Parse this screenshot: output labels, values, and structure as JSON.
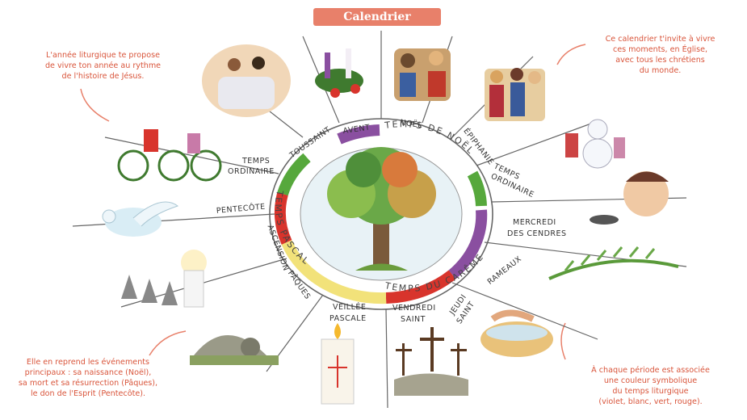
{
  "title": "Calendrier liturgique",
  "notes": {
    "top_left": "L'année liturgique te propose\nde vivre ton année au rythme\nde l'histoire de Jésus.",
    "top_right": "Ce calendrier t'invite à vivre\nces moments, en Église,\navec tous les chrétiens\ndu monde.",
    "bottom_left": "Elle en reprend les événements\nprincipaux : sa naissance (Noël),\nsa mort et sa résurrection (Pâques),\nle don de l'Esprit (Pentecôte).",
    "bottom_right": "À chaque période est associée\nune couleur symbolique\ndu temps liturgique\n(violet, blanc, vert, rouge)."
  },
  "feasts": {
    "avent": "AVENT",
    "noel": "NOËL",
    "epiphanie": "ÉPIPHANIE",
    "temps_ordinaire_right_1": "TEMPS",
    "temps_ordinaire_right_2": "ORDINAIRE",
    "mercredi_1": "MERCREDI",
    "mercredi_2": "DES CENDRES",
    "rameaux": "RAMEAUX",
    "jeudi_1": "JEUDI",
    "jeudi_2": "SAINT",
    "vendredi_1": "VENDREDI",
    "vendredi_2": "SAINT",
    "veillee_1": "VEILLÉE",
    "veillee_2": "PASCALE",
    "paques": "PÂQUES",
    "ascension": "ASCENSION",
    "pentecote": "PENTECÔTE",
    "temps_ordinaire_left_1": "TEMPS",
    "temps_ordinaire_left_2": "ORDINAIRE",
    "toussaint": "TOUSSAINT"
  },
  "seasons": {
    "noel": "TEMPS DE NOËL",
    "careme": "TEMPS DU CARÊME",
    "pascal": "TEMPS PASCAL"
  },
  "colors": {
    "accent": "#e8806a",
    "violet": "#8a4fa0",
    "white": "#ffffff",
    "green": "#56a83c",
    "red": "#d8342c",
    "pascal_yellow": "#f2e27a"
  }
}
